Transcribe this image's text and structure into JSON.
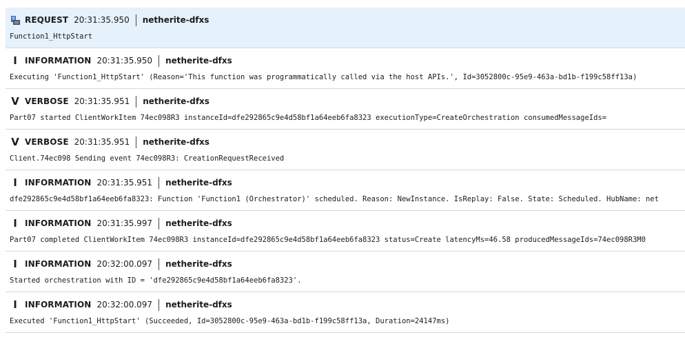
{
  "entries": [
    {
      "level": "REQUEST",
      "icon": "request-icon",
      "icon_glyph": "",
      "timestamp": "20:31:35.950",
      "source": "netherite-dfxs",
      "message": "Function1_HttpStart",
      "selected": true
    },
    {
      "level": "INFORMATION",
      "icon": "information-icon",
      "icon_glyph": "I",
      "timestamp": "20:31:35.950",
      "source": "netherite-dfxs",
      "message": "Executing 'Function1_HttpStart' (Reason='This function was programmatically called via the host APIs.', Id=3052800c-95e9-463a-bd1b-f199c58ff13a)",
      "selected": false
    },
    {
      "level": "VERBOSE",
      "icon": "verbose-icon",
      "icon_glyph": "V",
      "timestamp": "20:31:35.951",
      "source": "netherite-dfxs",
      "message": "Part07 started ClientWorkItem 74ec098R3 instanceId=dfe292865c9e4d58bf1a64eeb6fa8323 executionType=CreateOrchestration consumedMessageIds=",
      "selected": false
    },
    {
      "level": "VERBOSE",
      "icon": "verbose-icon",
      "icon_glyph": "V",
      "timestamp": "20:31:35.951",
      "source": "netherite-dfxs",
      "message": "Client.74ec098 Sending event 74ec098R3: CreationRequestReceived",
      "selected": false
    },
    {
      "level": "INFORMATION",
      "icon": "information-icon",
      "icon_glyph": "I",
      "timestamp": "20:31:35.951",
      "source": "netherite-dfxs",
      "message": "dfe292865c9e4d58bf1a64eeb6fa8323: Function 'Function1 (Orchestrator)' scheduled. Reason: NewInstance. IsReplay: False. State: Scheduled. HubName: net",
      "selected": false
    },
    {
      "level": "INFORMATION",
      "icon": "information-icon",
      "icon_glyph": "I",
      "timestamp": "20:31:35.997",
      "source": "netherite-dfxs",
      "message": "Part07 completed ClientWorkItem 74ec098R3 instanceId=dfe292865c9e4d58bf1a64eeb6fa8323 status=Create latencyMs=46.58 producedMessageIds=74ec098R3M0",
      "selected": false
    },
    {
      "level": "INFORMATION",
      "icon": "information-icon",
      "icon_glyph": "I",
      "timestamp": "20:32:00.097",
      "source": "netherite-dfxs",
      "message": "Started orchestration with ID = 'dfe292865c9e4d58bf1a64eeb6fa8323'.",
      "selected": false
    },
    {
      "level": "INFORMATION",
      "icon": "information-icon",
      "icon_glyph": "I",
      "timestamp": "20:32:00.097",
      "source": "netherite-dfxs",
      "message": "Executed 'Function1_HttpStart' (Succeeded, Id=3052800c-95e9-463a-bd1b-f199c58ff13a, Duration=24147ms)",
      "selected": false
    }
  ],
  "colors": {
    "selected_background": "#e5f1fb",
    "row_border": "#d7d7d7",
    "request_icon_blue": "#2f6db5"
  }
}
